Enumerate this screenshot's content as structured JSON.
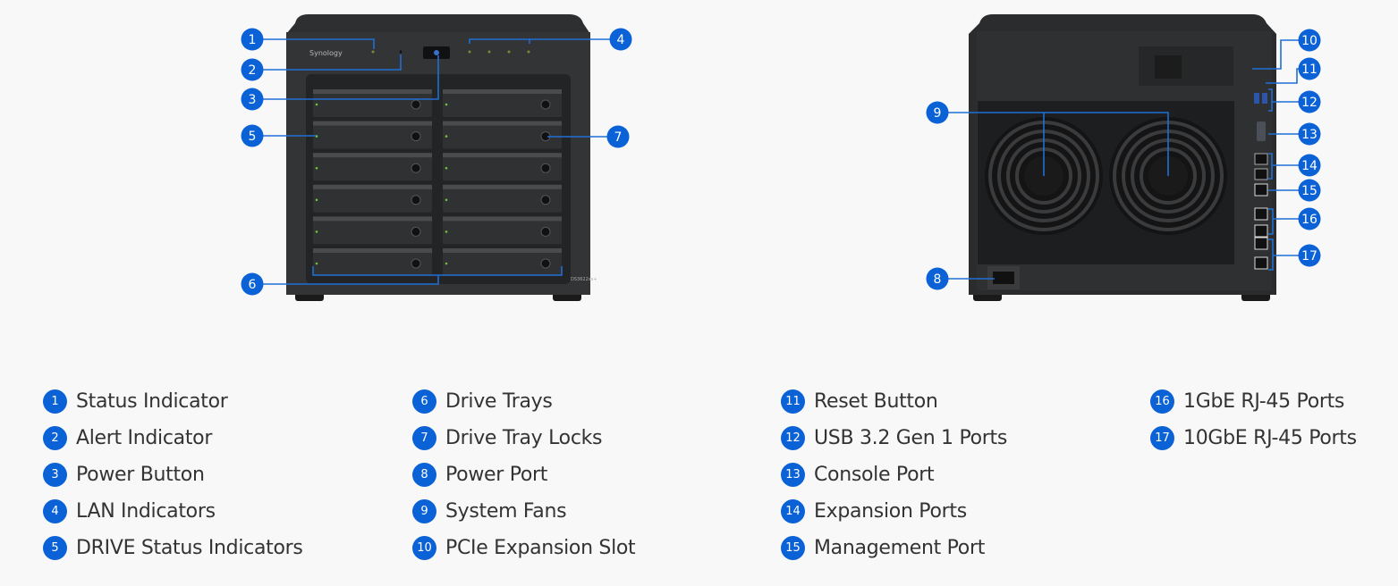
{
  "colors": {
    "accent": "#0a62d6",
    "text": "#333333",
    "background": "#f8f8f8",
    "device": "#2a2b2d"
  },
  "front": {
    "logo": "Synology",
    "model": "DS3622xs+"
  },
  "callouts": {
    "front": [
      "1",
      "2",
      "3",
      "4",
      "5",
      "6",
      "7"
    ],
    "back": [
      "8",
      "9",
      "10",
      "11",
      "12",
      "13",
      "14",
      "15",
      "16",
      "17"
    ]
  },
  "legend": [
    {
      "num": "1",
      "label": "Status Indicator"
    },
    {
      "num": "2",
      "label": "Alert Indicator"
    },
    {
      "num": "3",
      "label": "Power Button"
    },
    {
      "num": "4",
      "label": "LAN Indicators"
    },
    {
      "num": "5",
      "label": "DRIVE Status Indicators"
    },
    {
      "num": "6",
      "label": "Drive Trays"
    },
    {
      "num": "7",
      "label": "Drive Tray Locks"
    },
    {
      "num": "8",
      "label": "Power Port"
    },
    {
      "num": "9",
      "label": "System Fans"
    },
    {
      "num": "10",
      "label": "PCIe Expansion Slot"
    },
    {
      "num": "11",
      "label": "Reset Button"
    },
    {
      "num": "12",
      "label": "USB 3.2 Gen 1 Ports"
    },
    {
      "num": "13",
      "label": "Console Port"
    },
    {
      "num": "14",
      "label": "Expansion Ports"
    },
    {
      "num": "15",
      "label": "Management Port"
    },
    {
      "num": "16",
      "label": "1GbE RJ-45 Ports"
    },
    {
      "num": "17",
      "label": "10GbE RJ-45 Ports"
    }
  ]
}
